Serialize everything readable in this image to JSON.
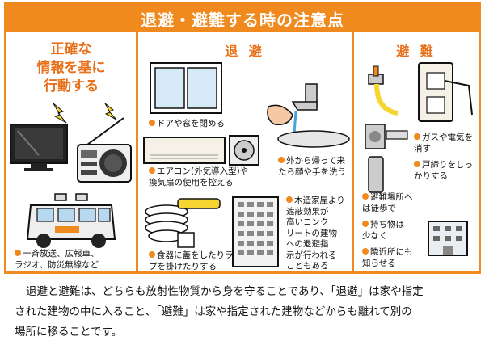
{
  "header": {
    "title": "退避・避難する時の注意点"
  },
  "col1": {
    "heading_lines": [
      "正確な",
      "情報を基に",
      "行動する"
    ],
    "caption_1": "一斉放送、広報車、",
    "caption_2": "ラジオ、防災無線など"
  },
  "col2": {
    "heading": "退 避",
    "items": {
      "door": "ドアや窓を閉める",
      "ac_1": "エアコン(外気導入型)や",
      "ac_2": "換気扇の使用を控える",
      "wash_1": "外から帰って来",
      "wash_2": "たら顔や手を洗う",
      "food_1": "食器に蓋をしたりラッ",
      "food_2": "プを掛けたりする",
      "bldg_1": "木造家屋より",
      "bldg_2": "遮蔽効果が",
      "bldg_3": "高いコンク",
      "bldg_4": "リートの建物",
      "bldg_5": "への退避指",
      "bldg_6": "示が行われる",
      "bldg_7": "こともある"
    }
  },
  "col3": {
    "heading": "避 難",
    "items": {
      "gas_1": "ガスや電気を",
      "gas_2": "消す",
      "lock_1": "戸締りをしっ",
      "lock_2": "かりする",
      "walk_1": "避難場所へ",
      "walk_2": "は徒歩で",
      "bag_1": "持ち物は",
      "bag_2": "少なく",
      "tell_1": "隣近所にも",
      "tell_2": "知らせる"
    }
  },
  "footer": {
    "line_1": "退避と避難は、どちらも放射性物質から身を守ることであり、「退避」は家や指定",
    "line_2": "された建物の中に入ること、「避難」は家や指定された建物などからも離れて別の",
    "line_3": "場所に移ることです。"
  },
  "colors": {
    "accent": "#f08a1e",
    "heading": "#e8701a",
    "text": "#111111"
  }
}
